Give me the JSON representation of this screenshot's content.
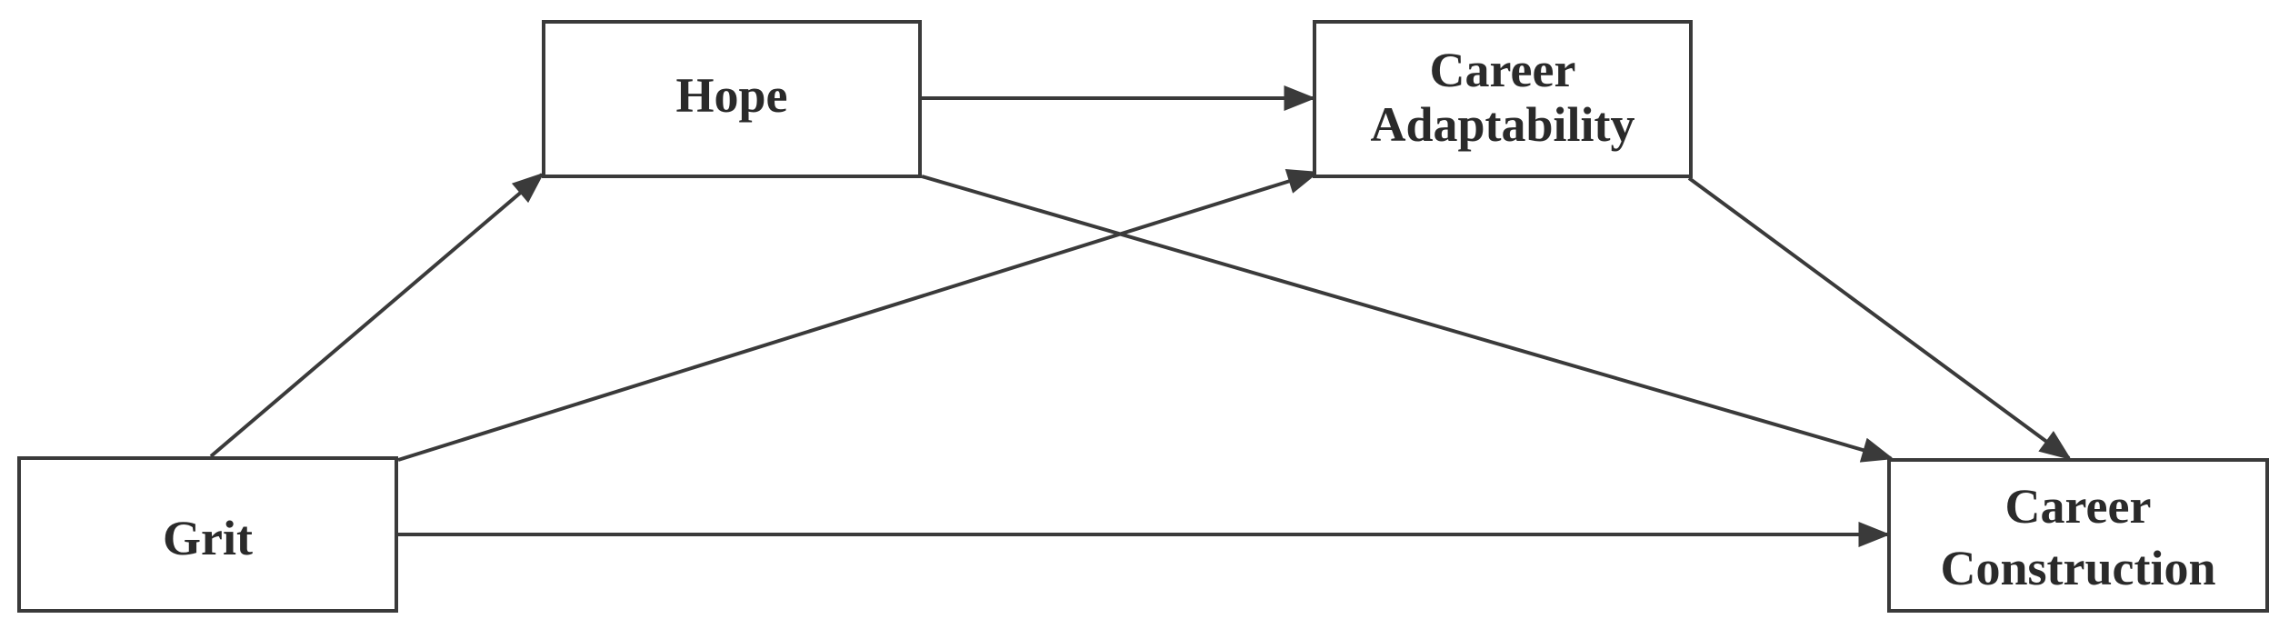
{
  "diagram": {
    "nodes": {
      "hope": {
        "lines": [
          "Hope"
        ]
      },
      "career_adaptability": {
        "lines": [
          "Career",
          "Adaptability"
        ]
      },
      "grit": {
        "lines": [
          "Grit"
        ]
      },
      "career_construction": {
        "lines": [
          "Career",
          "Construction"
        ]
      }
    },
    "edges": [
      {
        "from": "grit",
        "to": "hope"
      },
      {
        "from": "grit",
        "to": "career_adaptability"
      },
      {
        "from": "grit",
        "to": "career_construction"
      },
      {
        "from": "hope",
        "to": "career_adaptability"
      },
      {
        "from": "hope",
        "to": "career_construction"
      },
      {
        "from": "career_adaptability",
        "to": "career_construction"
      }
    ],
    "colors": {
      "stroke": "#3a3a3a",
      "text": "#2a2a2a",
      "background": "#ffffff"
    }
  }
}
